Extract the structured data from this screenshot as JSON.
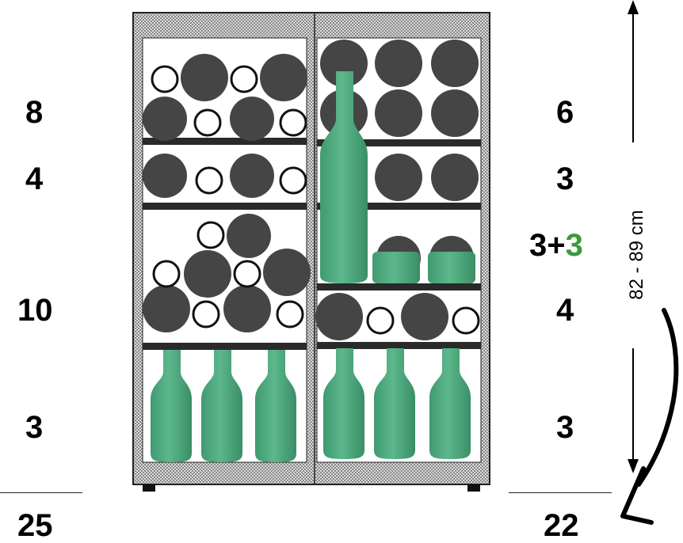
{
  "left_column": {
    "shelf_counts": [
      "8",
      "4",
      "10",
      "3"
    ],
    "total": "25"
  },
  "right_column": {
    "shelf_counts": [
      "6",
      "3",
      "3",
      "4",
      "3"
    ],
    "extra": "3",
    "extra_color": "#3a9a3a",
    "total": "22"
  },
  "plus_sign": "+",
  "height_label": "82 - 89 cm",
  "colors": {
    "bottle_dark": "#454545",
    "bottle_green": "#4aa37a",
    "cabinet_frame": "#9a9a9a",
    "shelf": "#2a2a2a"
  }
}
